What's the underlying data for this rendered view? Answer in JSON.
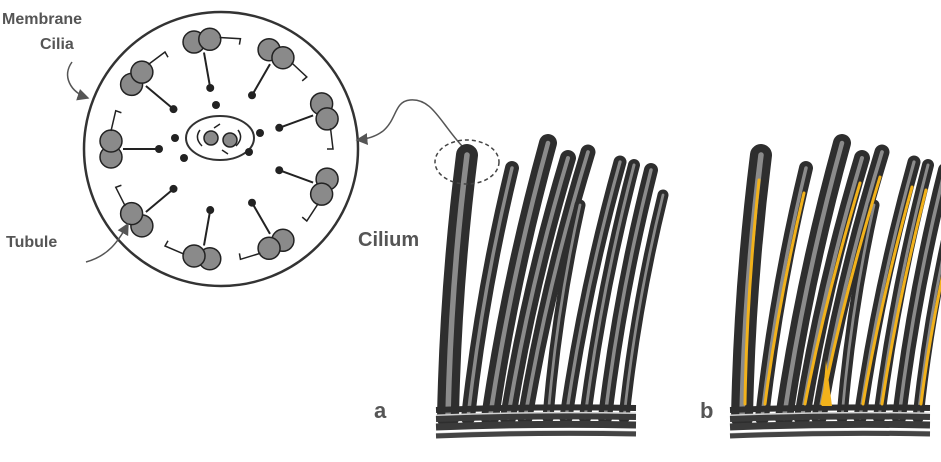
{
  "labels": {
    "membrane": "Membrane",
    "cilia": "Cilia",
    "tubule": "Tubule",
    "cilium": "Cilium",
    "panel_a": "a",
    "panel_b": "b"
  },
  "colors": {
    "label_text": "#555555",
    "outline": "#222222",
    "doublet_fill": "#8a8a8a",
    "cilium_dark": "#2e2e2e",
    "cilium_light": "#d8d8d8",
    "highlight": "#f2b21b"
  },
  "diagram": {
    "outer_doublet_count": 9,
    "central_pair_count": 2
  },
  "panels": [
    "a",
    "b"
  ]
}
